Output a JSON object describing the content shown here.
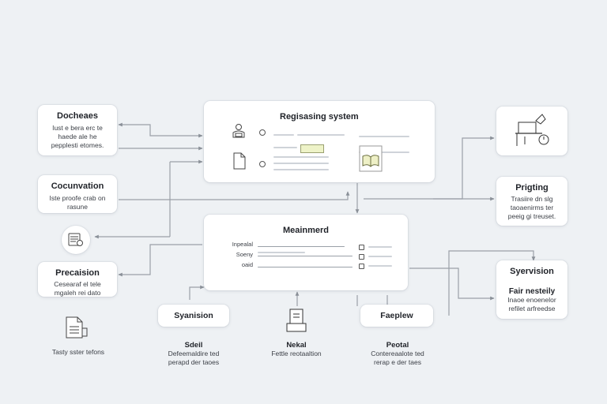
{
  "main_top": {
    "title": "Regisasing system"
  },
  "main_mid": {
    "title": "Meainmerd",
    "rows": [
      "Inpealal",
      "Soeny",
      "oaid"
    ]
  },
  "left_cards": [
    {
      "title": "Docheaes",
      "desc": [
        "Iust e bera erc te",
        "haede ale he",
        "pepplesti etomes."
      ]
    },
    {
      "title": "Cocunvation",
      "desc": [
        "Iste proofe crab on",
        "rasune"
      ]
    },
    {
      "title": "Precaision",
      "desc": [
        "Cesearaf el tele",
        "mgaleh rei dato"
      ]
    }
  ],
  "right_cards": [
    {
      "title": "Prigting",
      "desc": [
        "Trasiire dn slg",
        "taoaenirms ter",
        "peeig gi treuset."
      ]
    },
    {
      "title": "Syervision",
      "subtitle": "Fair nesteily",
      "desc": [
        "Inaoe enoenelor",
        "refilet arfreedse"
      ]
    }
  ],
  "bottom": {
    "docs_label": "Tasty sster tefons",
    "buttons": [
      "Syanision",
      "Faeplew"
    ],
    "col1": {
      "title": "Sdeil",
      "desc": [
        "Defeemaldire ted",
        "perapd der taoes"
      ]
    },
    "col2": {
      "title": "Nekal",
      "desc": [
        "Fettle reotaaltion"
      ]
    },
    "col3": {
      "title": "Peotal",
      "desc": [
        "Contereaalote ted",
        "rerap e der taes"
      ]
    }
  }
}
